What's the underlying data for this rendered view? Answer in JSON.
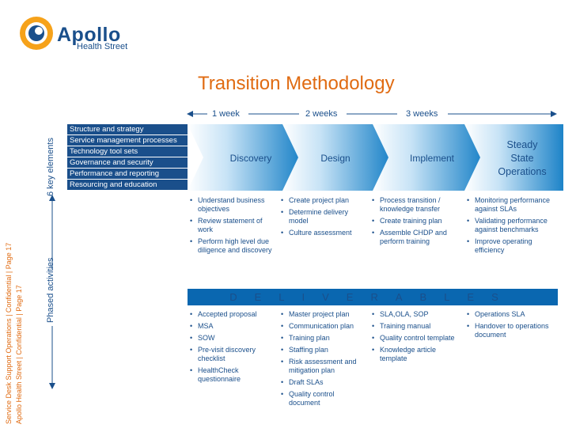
{
  "brand": {
    "name": "Apollo",
    "sub": "Health Street"
  },
  "title": "Transition Methodology",
  "side_text": {
    "line1": "Service Desk Support Operations | Confidential | Page 17",
    "line2": "Apollo Health Street | Confidential | Page 17"
  },
  "vertical_labels": {
    "key_elements": "6 key elements",
    "phased_activities": "Phased activities"
  },
  "weeks": [
    "1 week",
    "2 weeks",
    "3 weeks"
  ],
  "key_elements": [
    "Structure and strategy",
    "Service management processes",
    "Technology tool sets",
    "Governance and security",
    "Performance and reporting",
    "Resourcing and education"
  ],
  "phases": [
    "Discovery",
    "Design",
    "Implement",
    "Steady State Operations"
  ],
  "phase_final_lines": [
    "Steady",
    "State",
    "Operations"
  ],
  "activities": [
    [
      "Understand business objectives",
      "Review statement of work",
      "Perform high level due diligence and discovery"
    ],
    [
      "Create project plan",
      "Determine delivery model",
      "Culture assessment"
    ],
    [
      "Process transition / knowledge transfer",
      "Create training plan",
      "Assemble CHDP and perform training"
    ],
    [
      "Monitoring performance against SLAs",
      "Validating performance against benchmarks",
      "Improve operating efficiency"
    ]
  ],
  "deliverables_label": "DELIVERABLES",
  "deliverables": [
    [
      "Accepted proposal",
      "MSA",
      "SOW",
      "Pre-visit discovery checklist",
      "HealthCheck questionnaire"
    ],
    [
      "Master project plan",
      "Communication plan",
      "Training plan",
      "Staffing plan",
      "Risk assessment and mitigation plan",
      "Draft SLAs",
      "Quality control document"
    ],
    [
      "SLA,OLA, SOP",
      "Training manual",
      "Quality control template",
      "Knowledge article template"
    ],
    [
      "Operations SLA",
      "Handover to operations document"
    ]
  ],
  "colors": {
    "brand_blue": "#1a4f8b",
    "orange": "#e06b12",
    "chevron_light": "#c7e3f6",
    "chevron_dark": "#1d83c8",
    "deliverable_bar": "#0a67b0"
  }
}
